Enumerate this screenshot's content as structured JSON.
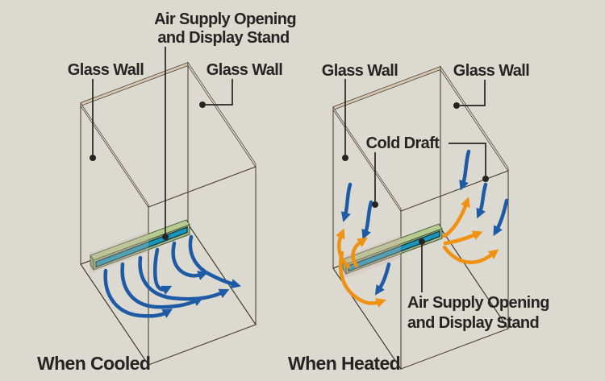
{
  "colors": {
    "background": "#dcd9d0",
    "cold_air_arrow": "#1d5ba6",
    "warm_air_arrow": "#ef9211",
    "bar_opening_teal": "#1798b8",
    "bar_stand_green": "#b5cb8f",
    "warm_glass": "#e0997d",
    "cool_glass": "#9cc4c9",
    "label_text": "#262422"
  },
  "left_diagram": {
    "caption": "When Cooled",
    "air_supply_label_line1": "Air Supply Opening",
    "air_supply_label_line2": "and Display Stand",
    "glass_wall_left_label": "Glass Wall",
    "glass_wall_right_label": "Glass Wall"
  },
  "right_diagram": {
    "caption": "When Heated",
    "cold_draft_label": "Cold Draft",
    "air_supply_label_line1": "Air Supply Opening",
    "air_supply_label_line2": "and Display Stand",
    "glass_wall_left_label": "Glass Wall",
    "glass_wall_right_label": "Glass Wall"
  }
}
